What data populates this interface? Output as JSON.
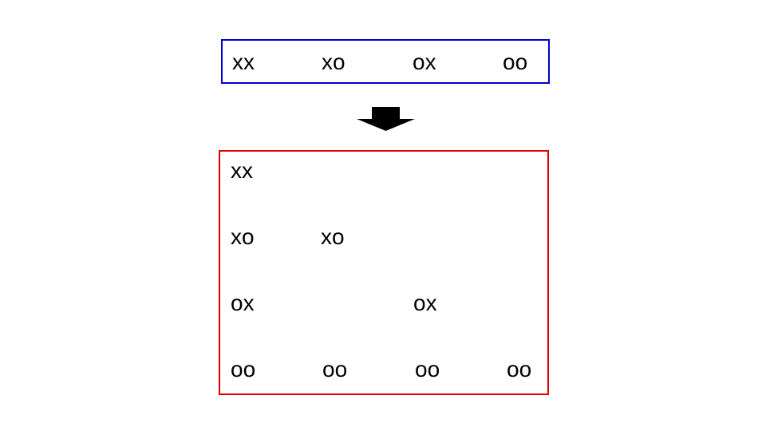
{
  "colors": {
    "top_border": "#0000cc",
    "bottom_border": "#e00000",
    "arrow": "#000000"
  },
  "top": {
    "items": [
      "xx",
      "xo",
      "ox",
      "oo"
    ]
  },
  "bottom": {
    "rows": [
      [
        "xx"
      ],
      [
        "xo",
        "xo"
      ],
      [
        "ox",
        "ox"
      ],
      [
        "oo",
        "oo",
        "oo",
        "oo"
      ]
    ]
  },
  "arrow_icon": "down-arrow-icon"
}
